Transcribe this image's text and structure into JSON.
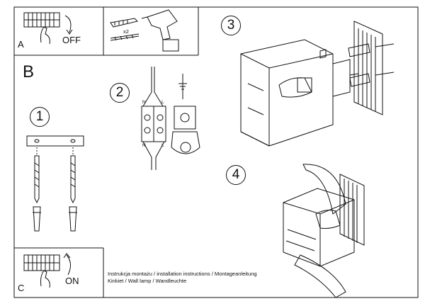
{
  "step_a": {
    "label": "A",
    "action": "OFF"
  },
  "tools": {
    "quantity": "x2"
  },
  "step_b": {
    "label": "B"
  },
  "step_c": {
    "label": "C",
    "action": "ON"
  },
  "steps": {
    "one": "1",
    "two": "2",
    "three": "3",
    "four": "4"
  },
  "terminal": {
    "n_top": "N",
    "l_top": "L",
    "n_bottom": "N",
    "l_bottom": "L"
  },
  "footer": {
    "line1": "Instrukcja montażu / installation instructions / Montageanleitung",
    "line2": "Kinkiet / Wall lamp / Wandleuchte"
  }
}
